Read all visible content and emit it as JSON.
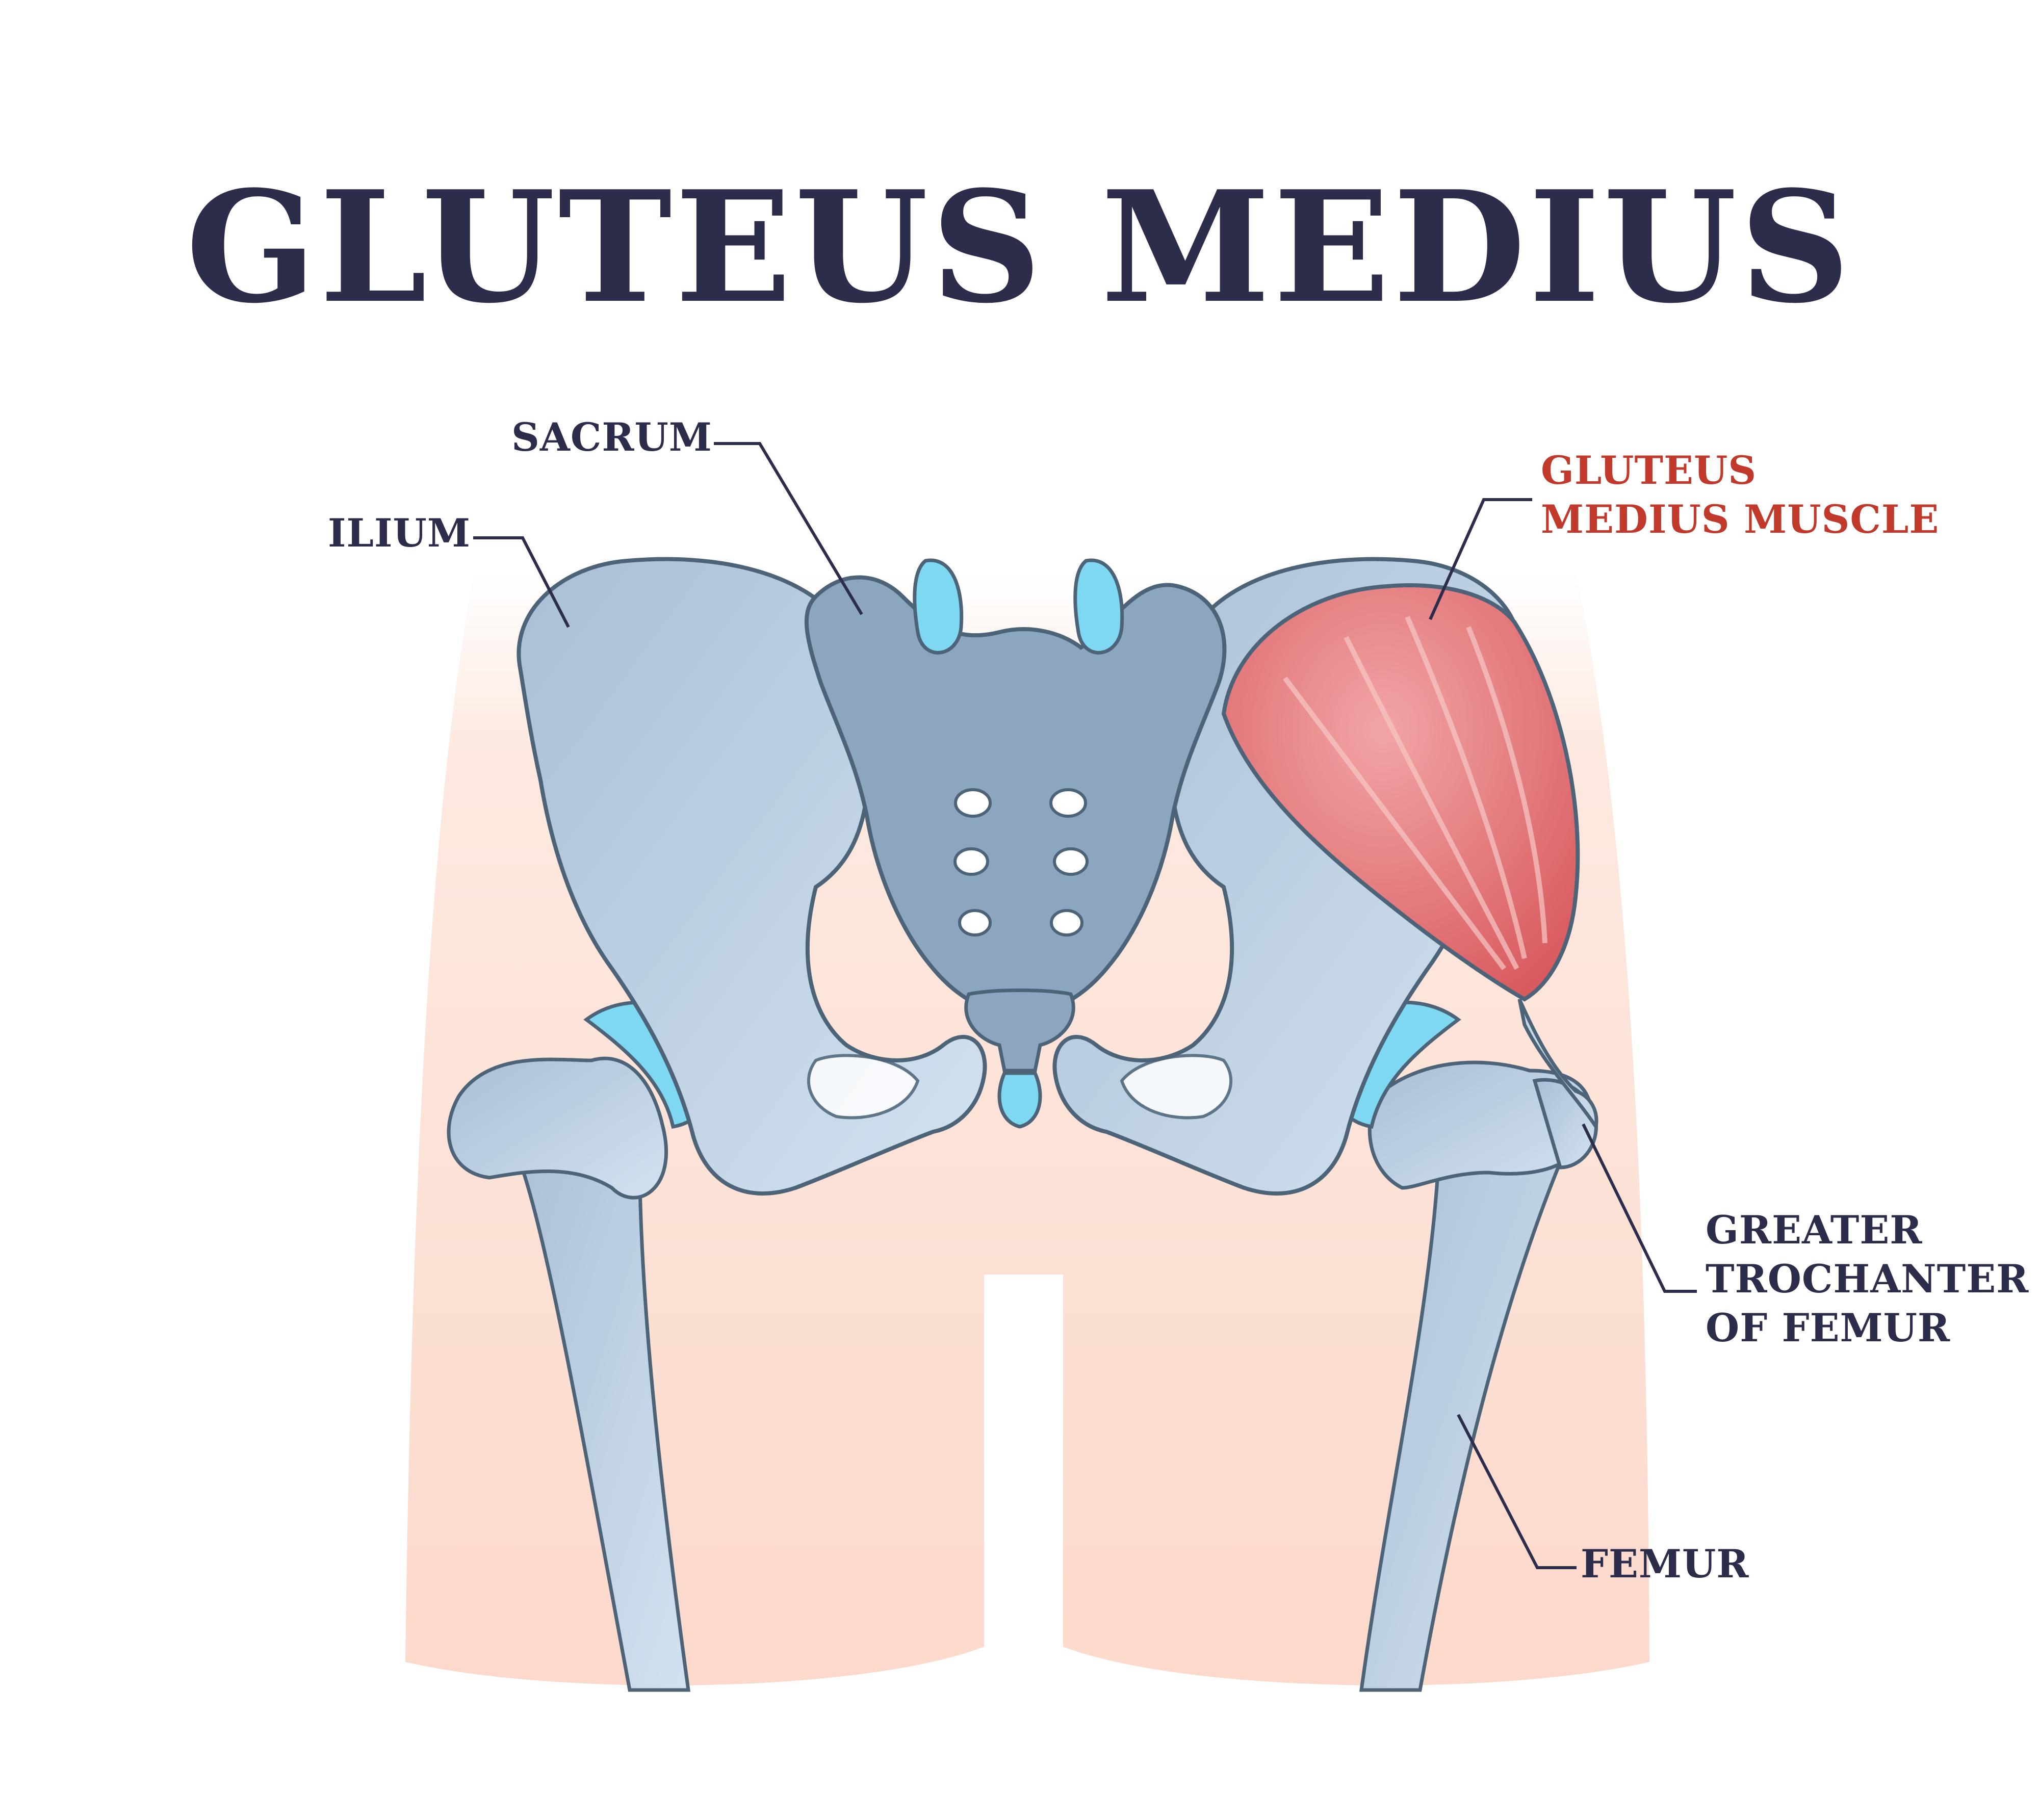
{
  "title": "GLUTEUS MEDIUS",
  "labels": {
    "sacrum": "SACRUM",
    "ilium": "ILIUM",
    "gluteus_medius_muscle": [
      "GLUTEUS",
      "MEDIUS MUSCLE"
    ],
    "greater_trochanter": [
      "GREATER",
      "TROCHANTER",
      "OF FEMUR"
    ],
    "femur": "FEMUR"
  },
  "colors": {
    "title": "#2b2d4a",
    "label": "#2b2d4a",
    "highlight_label": "#c0392b",
    "skin": "#fcd9cb",
    "bone": "#a9bfd6",
    "bone_dark": "#8ca6c0",
    "bone_light": "#d3e2f0",
    "cartilage": "#7fd8f2",
    "muscle": "#d85a5f",
    "outline": "#4d6478"
  }
}
